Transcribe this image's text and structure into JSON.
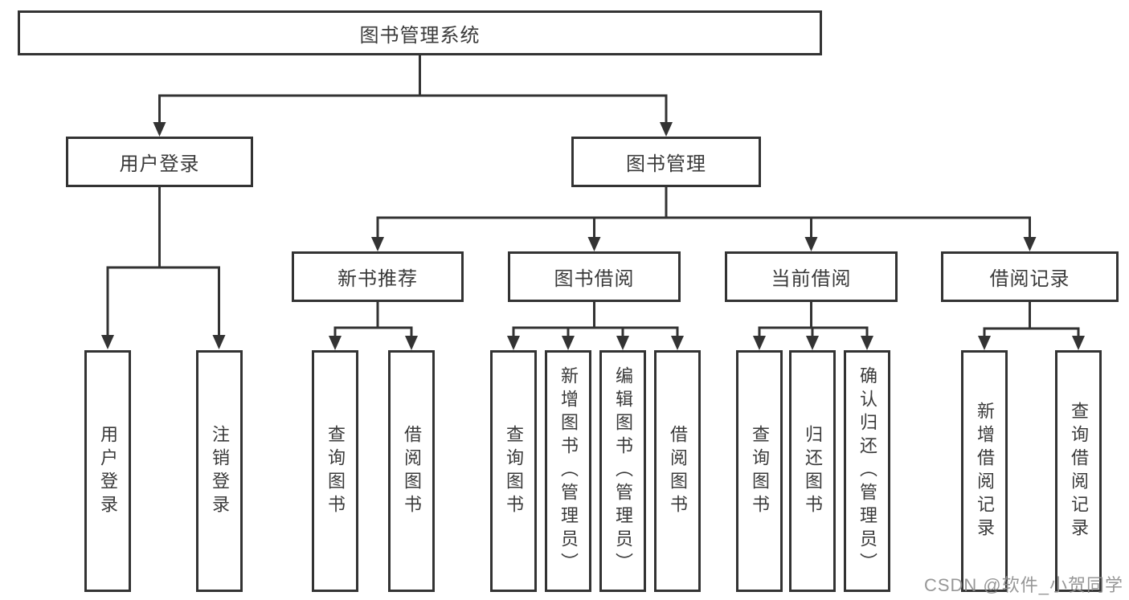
{
  "diagram_title": "图书管理系统",
  "tree": {
    "label": "图书管理系统",
    "children": [
      {
        "label": "用户登录",
        "children": [
          {
            "label": "用户登录"
          },
          {
            "label": "注销登录"
          }
        ]
      },
      {
        "label": "图书管理",
        "children": [
          {
            "label": "新书推荐",
            "children": [
              {
                "label": "查询图书"
              },
              {
                "label": "借阅图书"
              }
            ]
          },
          {
            "label": "图书借阅",
            "children": [
              {
                "label": "查询图书"
              },
              {
                "label": "新增图书（管理员）"
              },
              {
                "label": "编辑图书（管理员）"
              },
              {
                "label": "借阅图书"
              }
            ]
          },
          {
            "label": "当前借阅",
            "children": [
              {
                "label": "查询图书"
              },
              {
                "label": "归还图书"
              },
              {
                "label": "确认归还（管理员）"
              }
            ]
          },
          {
            "label": "借阅记录",
            "children": [
              {
                "label": "新增借阅记录"
              },
              {
                "label": "查询借阅记录"
              }
            ]
          }
        ]
      }
    ]
  },
  "watermark": {
    "text": "CSDN @软件_小贺同学"
  },
  "colors": {
    "line": "#333333",
    "node_border": "#333333",
    "node_fill": "#ffffff",
    "text": "#3a3a3a",
    "watermark": "#8c8c8c",
    "background": "#ffffff"
  }
}
